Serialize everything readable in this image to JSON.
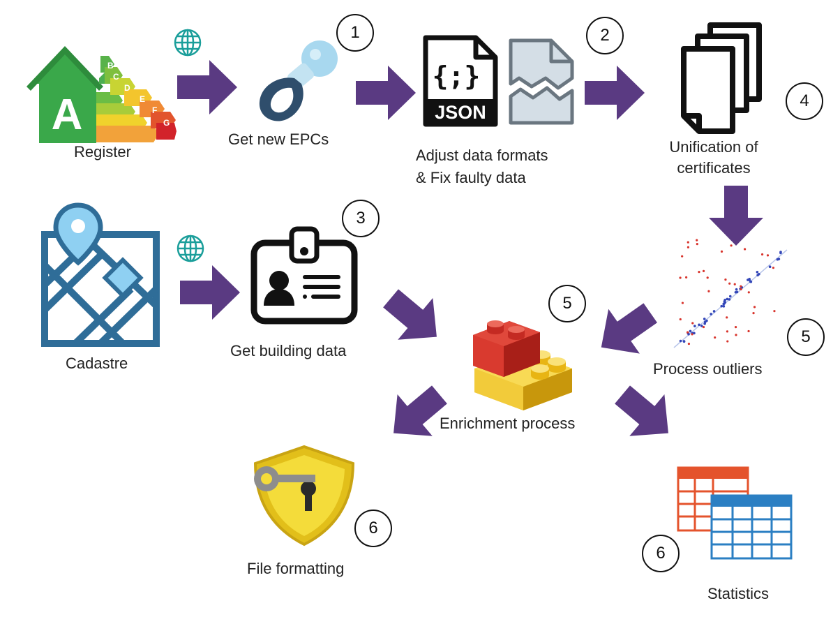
{
  "colors": {
    "arrow": "#5a3a82",
    "globe": "#1a9e9a",
    "badge_border": "#111111",
    "label": "#222222"
  },
  "nodes": {
    "register": {
      "label": "Register",
      "icon": "energy-rating-house-icon"
    },
    "get_epcs": {
      "label": "Get new EPCs",
      "icon": "pacifier-icon"
    },
    "adjust": {
      "label_line1": "Adjust data formats",
      "label_line2": "& Fix faulty data",
      "icon": "json-file-icon"
    },
    "unification": {
      "label_line1": "Unification of",
      "label_line2": "certificates",
      "icon": "stacked-documents-icon"
    },
    "cadastre": {
      "label": "Cadastre",
      "icon": "map-pin-icon"
    },
    "building": {
      "label": "Get building data",
      "icon": "id-badge-icon"
    },
    "outliers": {
      "label": "Process outliers",
      "icon": "scatter-plot-icon"
    },
    "enrichment": {
      "label": "Enrichment process",
      "icon": "lego-bricks-icon"
    },
    "file_formatting": {
      "label": "File formatting",
      "icon": "shield-key-icon"
    },
    "statistics": {
      "label": "Statistics",
      "icon": "spreadsheet-tables-icon"
    }
  },
  "energy_rating_letters": [
    "A",
    "B",
    "C",
    "D",
    "E",
    "F",
    "G"
  ],
  "json_icon_text": {
    "braces": "{;}",
    "caption": "JSON"
  },
  "badges": {
    "b1": "1",
    "b2": "2",
    "b3": "3",
    "b4": "4",
    "b5_enrich": "5",
    "b5_outliers": "5",
    "b6_file": "6",
    "b6_stats": "6"
  }
}
